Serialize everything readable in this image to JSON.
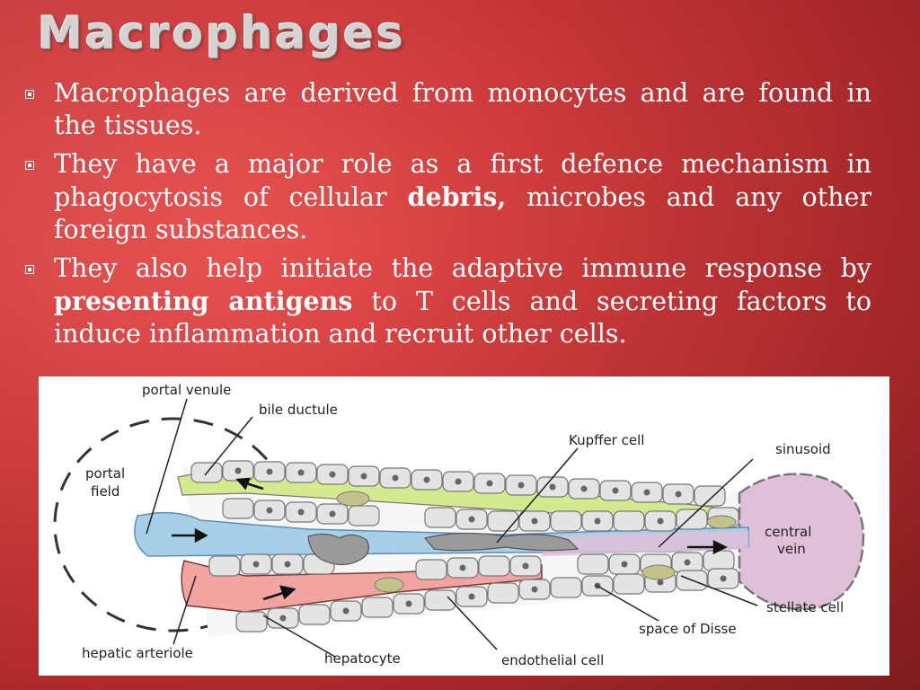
{
  "slide": {
    "title": "Macrophages",
    "bullets": [
      {
        "parts": [
          {
            "text": "Macrophages are derived from monocytes and are found in the tissues.",
            "bold": false
          }
        ]
      },
      {
        "parts": [
          {
            "text": "They have a major role as a first defence mechanism in phagocytosis of cellular ",
            "bold": false
          },
          {
            "text": "debris,",
            "bold": true
          },
          {
            "text": " microbes and any other foreign substances.",
            "bold": false
          }
        ]
      },
      {
        "parts": [
          {
            "text": "They also help initiate the adaptive immune response by ",
            "bold": false
          },
          {
            "text": "presenting antigens",
            "bold": true
          },
          {
            "text": " to T cells and secreting factors to induce inflammation and recruit other cells.",
            "bold": false
          }
        ]
      }
    ]
  },
  "diagram": {
    "labels": {
      "portal_venule": "portal venule",
      "bile_ductule": "bile ductule",
      "portal_field_1": "portal",
      "portal_field_2": "field",
      "kupffer_cell": "Kupffer cell",
      "sinusoid": "sinusoid",
      "central_vein_1": "central",
      "central_vein_2": "vein",
      "stellate_cell": "stellate cell",
      "space_of_disse": "space of Disse",
      "hepatic_arteriole": "hepatic arteriole",
      "hepatocyte": "hepatocyte",
      "endothelial_cell": "endothelial cell"
    }
  },
  "colors": {
    "background": "#c7353a",
    "title": "#d7d2d2",
    "text": "#ffffff",
    "blood_vessel": "#a8cfe8",
    "bile": "#d4ea8e",
    "arterial": "#f2a5a0",
    "central_vein": "#dfc0d8",
    "hepatocyte": "#e4e4e4"
  }
}
